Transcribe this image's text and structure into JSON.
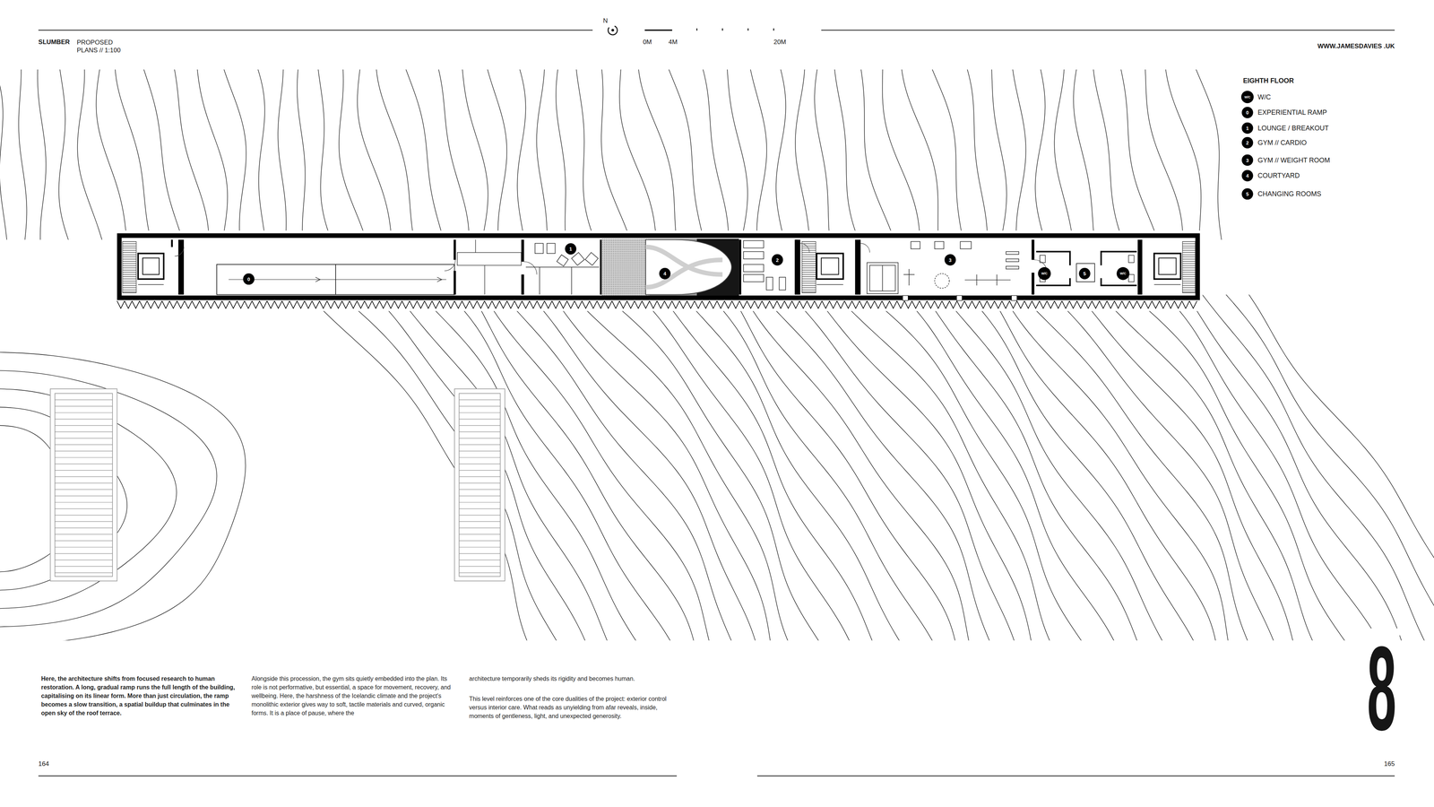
{
  "diagram": {
    "title": "SLUMBER",
    "labels": [
      "PROPOSED PLANS // 1:100",
      "N",
      "0M",
      "4M",
      "20M",
      "WWW.JAMESDAVIES .UK",
      "EIGHTH FLOOR",
      "W/C",
      "0",
      "1",
      "2",
      "3",
      "4",
      "5",
      "0",
      "1",
      "4",
      "2",
      "3",
      "W/C",
      "5",
      "W/C",
      "Here, the architecture shifts from focused research to human restoration. A long, gradual ramp runs the full length of the building, capitalising on its linear form. More than just circulation, the ramp becomes a slow transition, a spatial buildup that culminates in the open sky of the roof terrace.",
      "Alongside this procession, the gym sits quietly embedded into the plan. Its role is not performative, but essential, a space for movement, recovery, and wellbeing. Here, the harshness of the Icelandic climate and the project's monolithic exterior gives way to soft, tactile materials and curved, organic forms. It is a place of pause, where the",
      "architecture temporarily sheds its rigidity and becomes human.",
      "This level reinforces one of the core dualities of the project: exterior control versus interior care. What reads as unyielding from afar reveals, inside, moments of gentleness, light, and unexpected generosity.",
      "164",
      "165",
      "8"
    ],
    "legend": [
      {
        "text": "W/C"
      },
      {
        "text": "EXPERIENTIAL RAMP"
      },
      {
        "text": "LOUNGE / BREAKOUT"
      },
      {
        "text": "GYM // CARDIO"
      },
      {
        "text": "GYM // WEIGHT ROOM"
      },
      {
        "text": "COURTYARD"
      },
      {
        "text": "CHANGING ROOMS"
      }
    ]
  }
}
